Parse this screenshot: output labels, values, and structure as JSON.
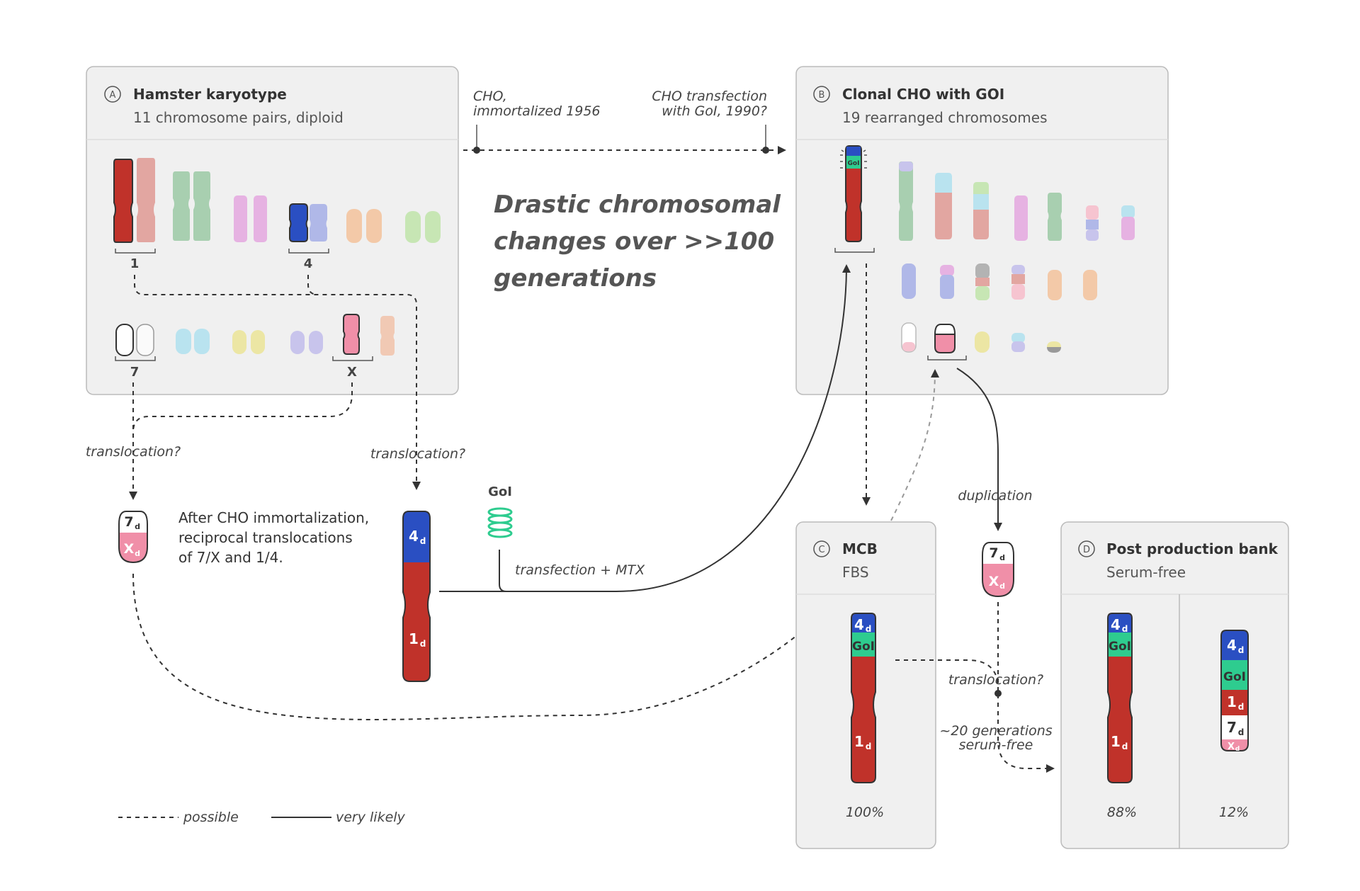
{
  "panels": {
    "a": {
      "letter": "A",
      "title": "Hamster karyotype",
      "subtitle": "11 chromosome pairs, diploid",
      "labels": {
        "chr1": "1",
        "chr4": "4",
        "chr7": "7",
        "chrx": "X"
      }
    },
    "b": {
      "letter": "B",
      "title": "Clonal CHO with GOI",
      "subtitle": "19 rearranged chromosomes"
    },
    "c": {
      "letter": "C",
      "title": "MCB",
      "subtitle": "FBS",
      "percent": "100%"
    },
    "d": {
      "letter": "D",
      "title": "Post production bank",
      "subtitle": "Serum-free",
      "percent_left": "88%",
      "percent_right": "12%"
    }
  },
  "timeline": {
    "cho_line1": "CHO,",
    "cho_line2": "immortalized 1956",
    "transfection_line1": "CHO transfection",
    "transfection_line2": "with GoI, 1990?"
  },
  "headline": {
    "line1": "Drastic chromosomal",
    "line2": "changes over >>100",
    "line3": "generations"
  },
  "annotations": {
    "translocation_left": "translocation?",
    "translocation_right": "translocation?",
    "translocation_bottom": "translocation?",
    "immortalization_line1": "After CHO immortalization,",
    "immortalization_line2": "reciprocal translocations",
    "immortalization_line3": "of 7/X and 1/4.",
    "goi_label": "GoI",
    "transfection": "transfection + MTX",
    "duplication": "duplication",
    "generations_line1": "~20 generations",
    "generations_line2": "serum-free"
  },
  "chromosome_labels": {
    "seven_d": "7",
    "x_d": "X",
    "four_d": "4",
    "one_d": "1",
    "goi": "GoI",
    "goi_small": "GoI",
    "sub_d": "d"
  },
  "legend": {
    "dashed": "possible",
    "solid": "very likely"
  },
  "colors": {
    "red": "#c0322a",
    "blue": "#2a4fc2",
    "green": "#2ecc8f",
    "pink": "#f08fa8",
    "panel_bg": "#f0f0f0",
    "panel_border": "#bbbbbb"
  }
}
